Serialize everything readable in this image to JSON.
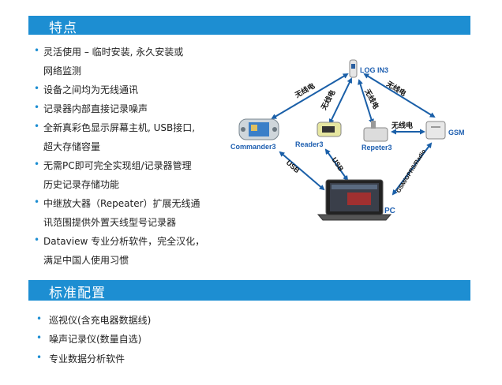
{
  "section1": {
    "title": "特点",
    "features": [
      {
        "line1": "灵活使用 – 临时安装, 永久安装或",
        "line2": "网络监测"
      },
      {
        "line1": "设备之间均为无线通讯"
      },
      {
        "line1": "记录器内部直接记录噪声"
      },
      {
        "line1": "全新真彩色显示屏幕主机, USB接口,",
        "line2": "超大存储容量"
      },
      {
        "line1": "无需PC即可完全实现组/记录器管理",
        "line2": "历史记录存储功能"
      },
      {
        "line1": "中继放大器（Repeater）扩展无线通",
        "line2": "讯范围提供外置天线型号记录器"
      },
      {
        "line1": "Dataview 专业分析软件，完全汉化，",
        "line2": "满足中国人使用习惯"
      }
    ]
  },
  "diagram": {
    "nodes": {
      "login": "LOG IN3",
      "commander": "Commander3",
      "reader": "Reader3",
      "repeater": "Repeter3",
      "gsm": "GSM",
      "pc": "PC"
    },
    "links": {
      "wireless": "无线电",
      "usb": "USB",
      "gsm_link": "GSM/GPRS/Radio"
    }
  },
  "section2": {
    "title": "标准配置",
    "items": [
      "巡视仪(含充电器数据线)",
      "噪声记录仪(数量自选)",
      "专业数据分析软件"
    ]
  },
  "colors": {
    "accent": "#1d8ed2",
    "arrow": "#1a5fa8",
    "label": "#1e5fb0"
  }
}
